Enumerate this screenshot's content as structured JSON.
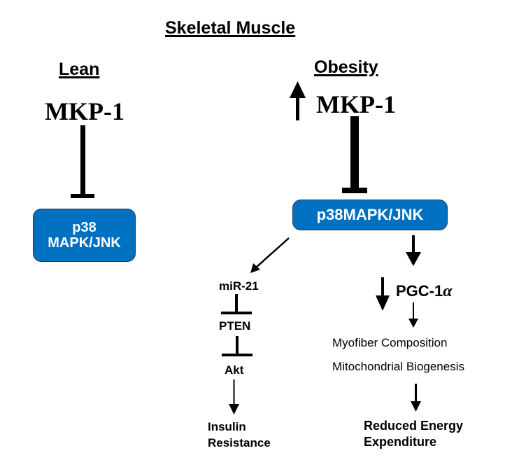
{
  "diagram": {
    "title": "Skeletal Muscle",
    "lean": {
      "heading": "Lean",
      "regulator": "MKP-1",
      "target_line1": "p38",
      "target_line2": "MAPK/JNK",
      "relation": "inhibits"
    },
    "obesity": {
      "heading": "Obesity",
      "regulator": "MKP-1",
      "regulator_change": "increased",
      "target": "p38MAPK/JNK",
      "relation": "strongly inhibits",
      "left_branch": {
        "nodes": [
          "miR-21",
          "PTEN",
          "Akt"
        ],
        "outcome_line1": "Insulin",
        "outcome_line2": "Resistance"
      },
      "right_branch": {
        "node_label": "PGC-1",
        "node_symbol": "α",
        "node_change": "decreased",
        "effects": [
          "Myofiber Composition",
          "Mitochondrial Biogenesis"
        ],
        "outcome_line1": "Reduced Energy",
        "outcome_line2": "Expenditure"
      }
    },
    "colors": {
      "box_fill": "#0070c0",
      "box_text": "#ffffff",
      "ink": "#000000"
    }
  }
}
